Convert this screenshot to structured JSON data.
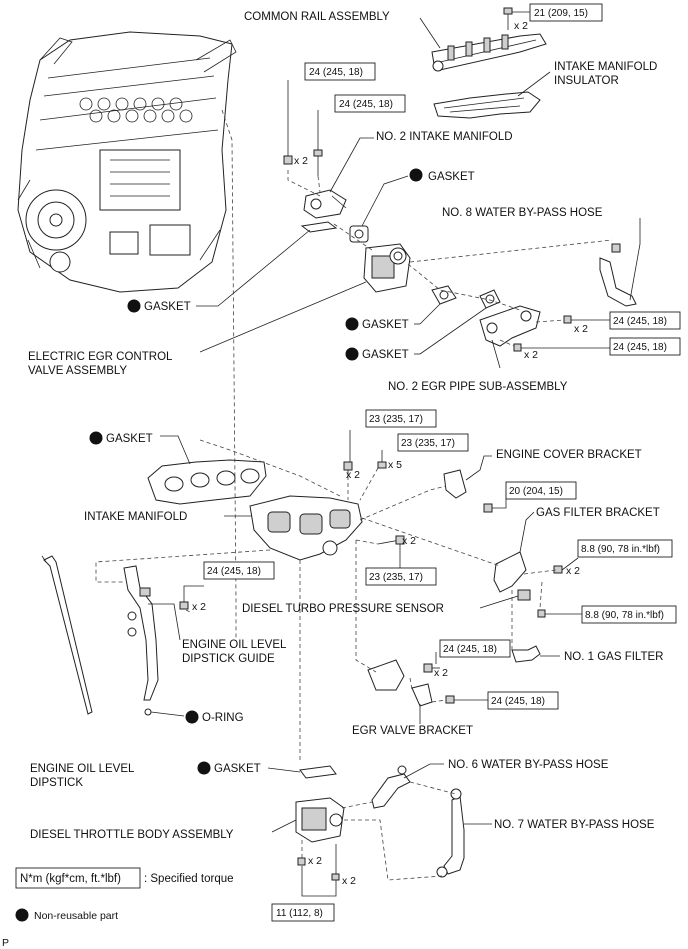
{
  "labels": {
    "common_rail": "COMMON RAIL ASSEMBLY",
    "intake_insulator_1": "INTAKE MANIFOLD",
    "intake_insulator_2": "INSULATOR",
    "no2_intake": "NO. 2 INTAKE MANIFOLD",
    "gasket": "GASKET",
    "no8_hose": "NO. 8 WATER BY-PASS HOSE",
    "egr_valve_1": "ELECTRIC EGR CONTROL",
    "egr_valve_2": "VALVE ASSEMBLY",
    "no2_egr_pipe": "NO. 2 EGR PIPE SUB-ASSEMBLY",
    "engine_cover_bracket": "ENGINE COVER BRACKET",
    "intake_manifold": "INTAKE MANIFOLD",
    "gas_filter_bracket": "GAS FILTER BRACKET",
    "turbo_sensor": "DIESEL TURBO PRESSURE SENSOR",
    "dipstick_guide_1": "ENGINE OIL LEVEL",
    "dipstick_guide_2": "DIPSTICK GUIDE",
    "no1_gas_filter": "NO. 1 GAS FILTER",
    "o_ring": "O-RING",
    "egr_bracket": "EGR VALVE BRACKET",
    "dipstick_1": "ENGINE OIL LEVEL",
    "dipstick_2": "DIPSTICK",
    "no6_hose": "NO. 6 WATER BY-PASS HOSE",
    "no7_hose": "NO. 7 WATER BY-PASS HOSE",
    "throttle_body": "DIESEL THROTTLE BODY ASSEMBLY"
  },
  "torques": {
    "t21": "21 (209, 15)",
    "t24": "24 (245, 18)",
    "t23": "23 (235, 17)",
    "t20": "20 (204, 15)",
    "t88": "8.8 (90, 78 in.*lbf)",
    "t11": "11 (112, 8)"
  },
  "qty": {
    "x2": "x 2",
    "x5": "x 5"
  },
  "legend": {
    "torque_box": "N*m (kgf*cm, ft.*lbf)",
    "torque_text": ": Specified torque",
    "nonreusable": "Non-reusable part"
  },
  "corner_mark": "P"
}
